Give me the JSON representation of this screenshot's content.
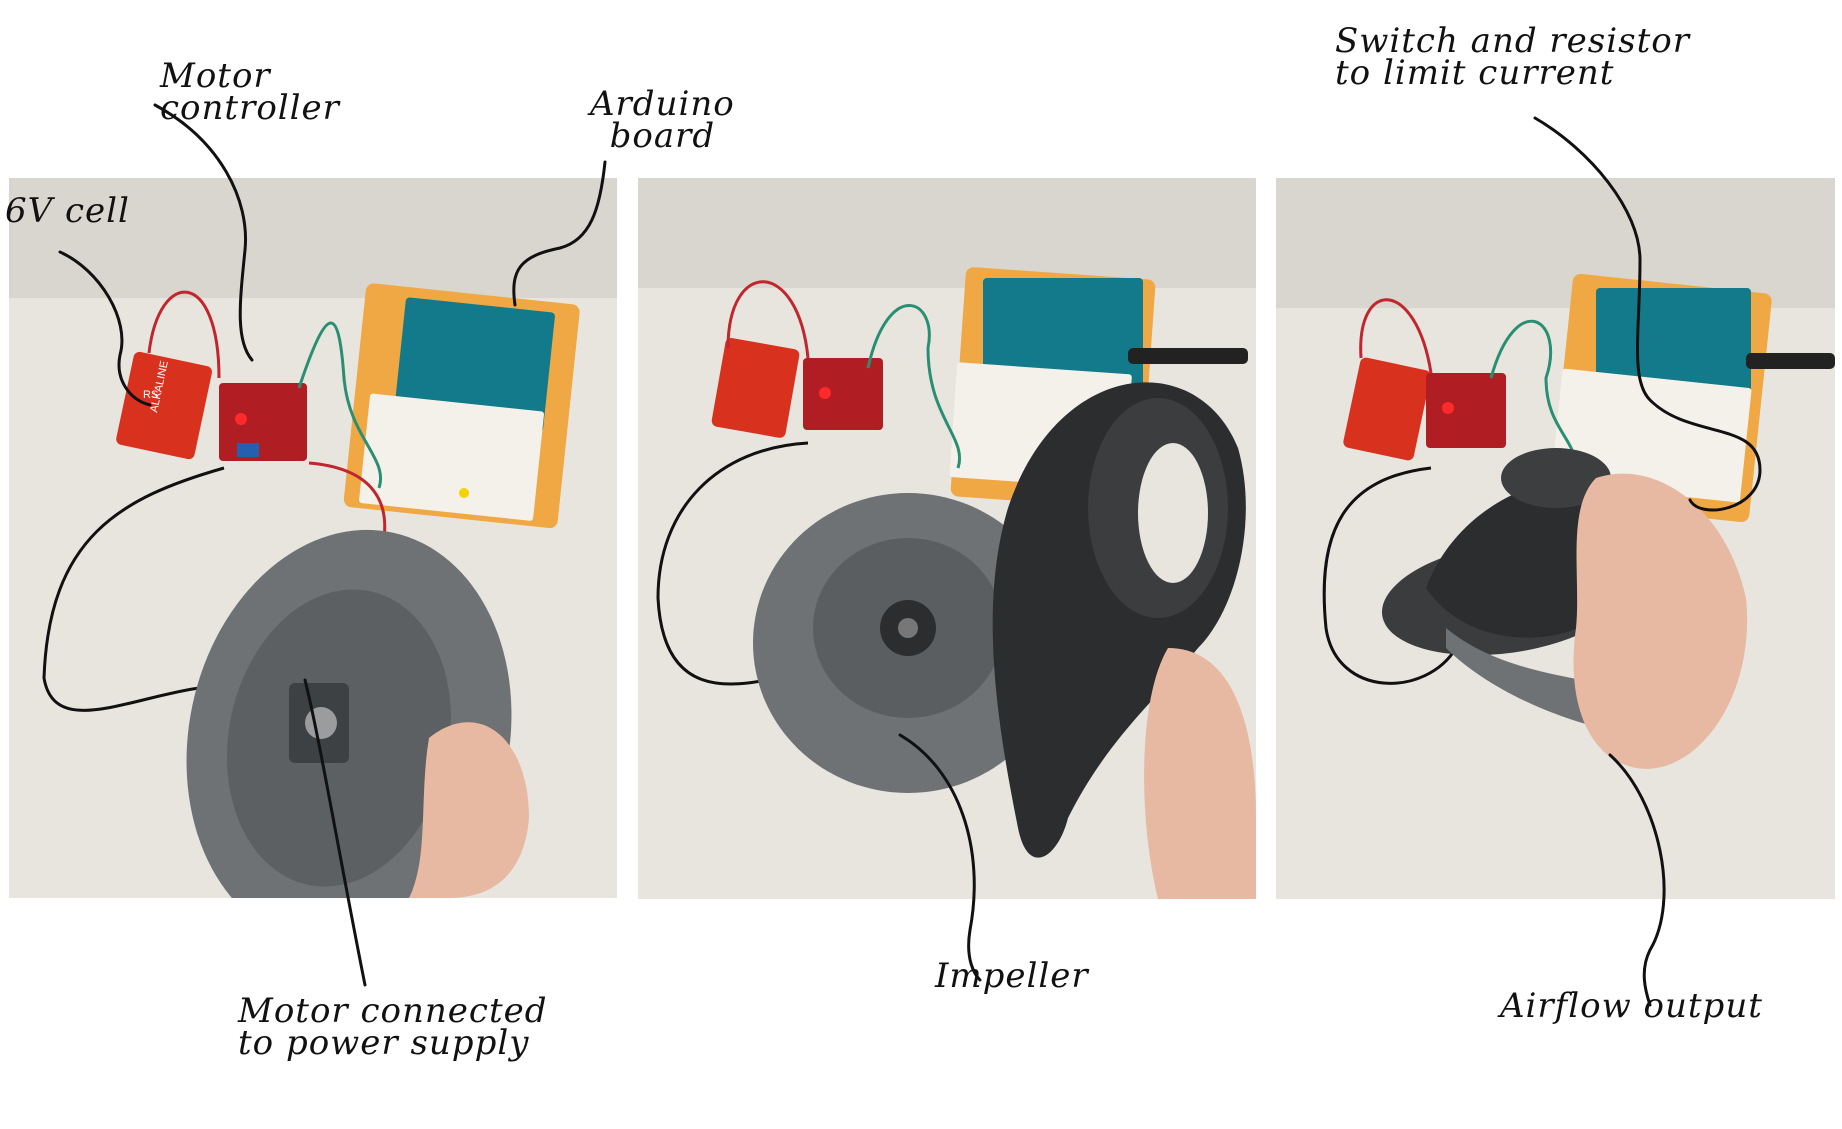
{
  "annotations": {
    "cell": "6V cell",
    "motor_controller": "Motor\ncontroller",
    "arduino": "Arduino\nboard",
    "motor_power": "Motor connected\nto power supply",
    "impeller": "Impeller",
    "switch": "Switch and resistor\nto limit current",
    "airflow": "Airflow output"
  },
  "battery_labels": {
    "brand": "RS",
    "line1": "ALKALINE",
    "line2": "PRO"
  },
  "colors": {
    "background": "#ffffff",
    "table": "#e9e6e0",
    "battery": "#d8321f",
    "arduino_board": "#127a8a",
    "acrylic_base": "#f0a845",
    "breadboard": "#f4f1ea",
    "fan_housing": "#6f7274",
    "dark_part": "#2b2d2f",
    "ink": "#111111"
  }
}
